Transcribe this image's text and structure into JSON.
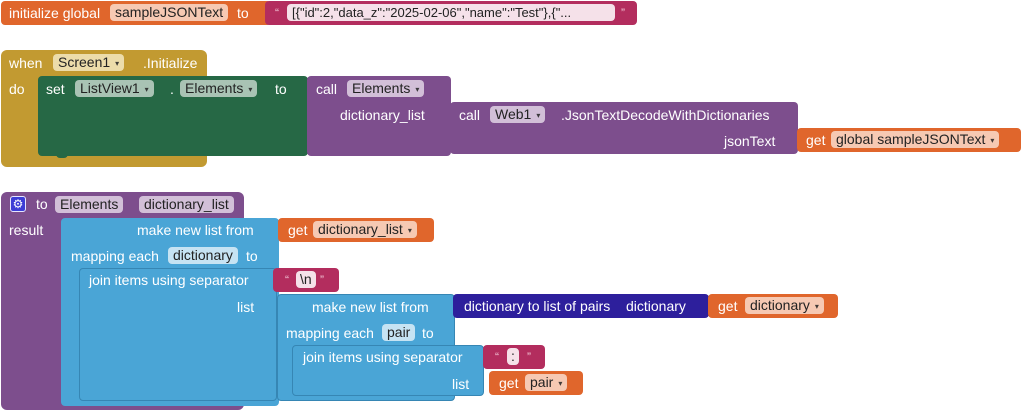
{
  "global_decl": {
    "keyword": "initialize global",
    "var_name": "sampleJSONText",
    "to": "to",
    "value": "[{\"id\":2,\"data_z\":\"2025-02-06\",\"name\":\"Test\"},{\"...",
    "open_quote": "“",
    "close_quote": "”"
  },
  "event": {
    "when": "when",
    "component": "Screen1",
    "event": ".Initialize",
    "do": "do",
    "set": "set",
    "set_component": "ListView1",
    "dot": ".",
    "property": "Elements",
    "to": "to",
    "call": "call",
    "proc": "Elements",
    "arg_label": "dictionary_list",
    "call2": "call",
    "web": "Web1",
    "method": ".JsonTextDecodeWithDictionaries",
    "json_label": "jsonText",
    "get": "get",
    "get_var": "global sampleJSONText"
  },
  "proc": {
    "to": "to",
    "name": "Elements",
    "param": "dictionary_list",
    "result": "result",
    "make_list1": "make new list from",
    "get1": "get",
    "get1_var": "dictionary_list",
    "mapping_each1": "mapping each",
    "var1": "dictionary",
    "to1": "to",
    "join1": "join items using separator",
    "sep1": "\\n",
    "list_label1": "list",
    "make_list2": "make new list from",
    "dict_pairs": "dictionary to list of pairs",
    "dict_label": "dictionary",
    "get2": "get",
    "get2_var": "dictionary",
    "mapping_each2": "mapping each",
    "var2": "pair",
    "to2": "to",
    "join2": "join items using separator",
    "sep2": ":",
    "list_label2": "list",
    "get3": "get",
    "get3_var": "pair",
    "open_quote": "“",
    "close_quote": "”",
    "gear": "⚙"
  },
  "icons": {
    "dropdown": "▾"
  },
  "colors": {
    "variables": "#e0662c",
    "text": "#b32d5e",
    "control": "#c29a31",
    "setter": "#266845",
    "procedure": "#7d4e8d",
    "web": "#7d4e8d",
    "lists": "#4aa5d6",
    "dictionary": "#2d1f9c"
  }
}
